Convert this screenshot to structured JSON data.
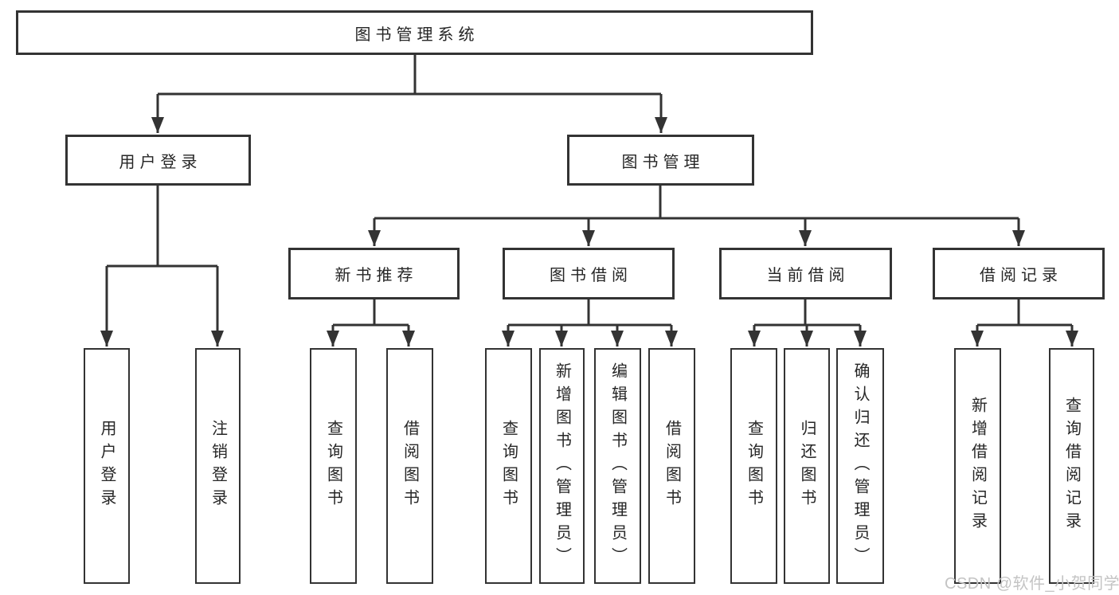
{
  "colors": {
    "line": "#333333",
    "box_border": "#333333",
    "text": "#262626",
    "background": "#ffffff",
    "watermark": "#c4c4c4"
  },
  "tree": {
    "root": {
      "label": "图书管理系统"
    },
    "branches": [
      {
        "label": "用户登录",
        "children": [
          {
            "label": "用户登录"
          },
          {
            "label": "注销登录"
          }
        ]
      },
      {
        "label": "图书管理",
        "children": [
          {
            "label": "新书推荐",
            "children": [
              {
                "label": "查询图书"
              },
              {
                "label": "借阅图书"
              }
            ]
          },
          {
            "label": "图书借阅",
            "children": [
              {
                "label": "查询图书"
              },
              {
                "label": "新增图书（管理员）"
              },
              {
                "label": "编辑图书（管理员）"
              },
              {
                "label": "借阅图书"
              }
            ]
          },
          {
            "label": "当前借阅",
            "children": [
              {
                "label": "查询图书"
              },
              {
                "label": "归还图书"
              },
              {
                "label": "确认归还（管理员）"
              }
            ]
          },
          {
            "label": "借阅记录",
            "children": [
              {
                "label": "新增借阅记录"
              },
              {
                "label": "查询借阅记录"
              }
            ]
          }
        ]
      }
    ]
  },
  "watermark": {
    "text": "CSDN @软件_小贺同学"
  }
}
